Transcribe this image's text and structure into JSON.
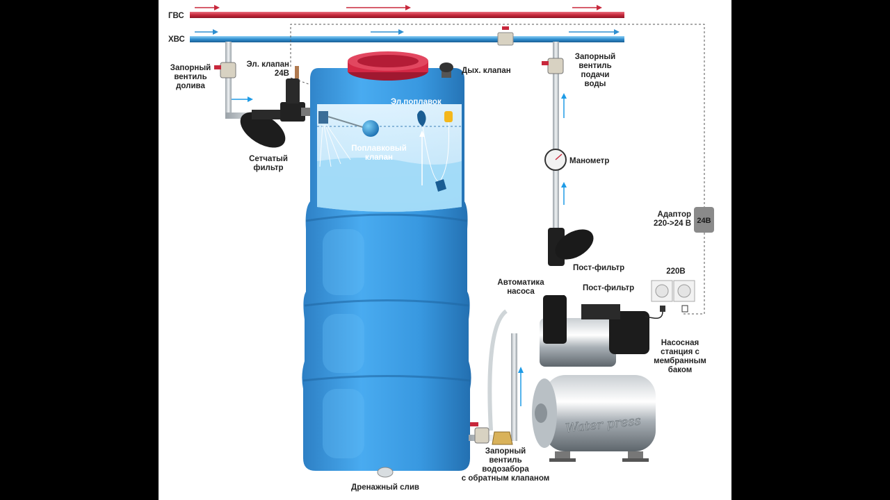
{
  "labels": {
    "gvs": "ГВС",
    "hvs": "ХВС",
    "fill_valve": "Запорный\nвентиль\nдолива",
    "el_valve": "Эл. клапан\n24В",
    "breather_valve": "Дых. клапан",
    "supply_valve": "Запорный\nвентиль\nподачи\nводы",
    "mesh_filter": "Сетчатый\nфильтр",
    "el_float": "Эл.поплавок",
    "float_valve": "Поплавковый\nклапан",
    "manometer": "Манометр",
    "adapter": "Адаптор\n220->24 В",
    "adapter_badge": "24В",
    "post_filter_1": "Пост-фильтр",
    "post_filter_2": "Пост-фильтр",
    "pump_automation": "Автоматика\nнасоса",
    "power_220": "220В",
    "pump_station": "Насосная\nстанция с\nмембранным\nбаком",
    "intake_valve": "Запорный\nвентиль\nводозабора\nс обратным клапаном",
    "drain": "Дренажный слив",
    "brand": "Water press"
  },
  "colors": {
    "background": "#000000",
    "panel": "#ffffff",
    "hot_pipe": "#c8283c",
    "cold_pipe": "#2f8fd0",
    "tank": "#3a9be0",
    "lid": "#e02848",
    "adapter_box": "#8a8a8a",
    "flow_arrow": "#1e9be6"
  }
}
